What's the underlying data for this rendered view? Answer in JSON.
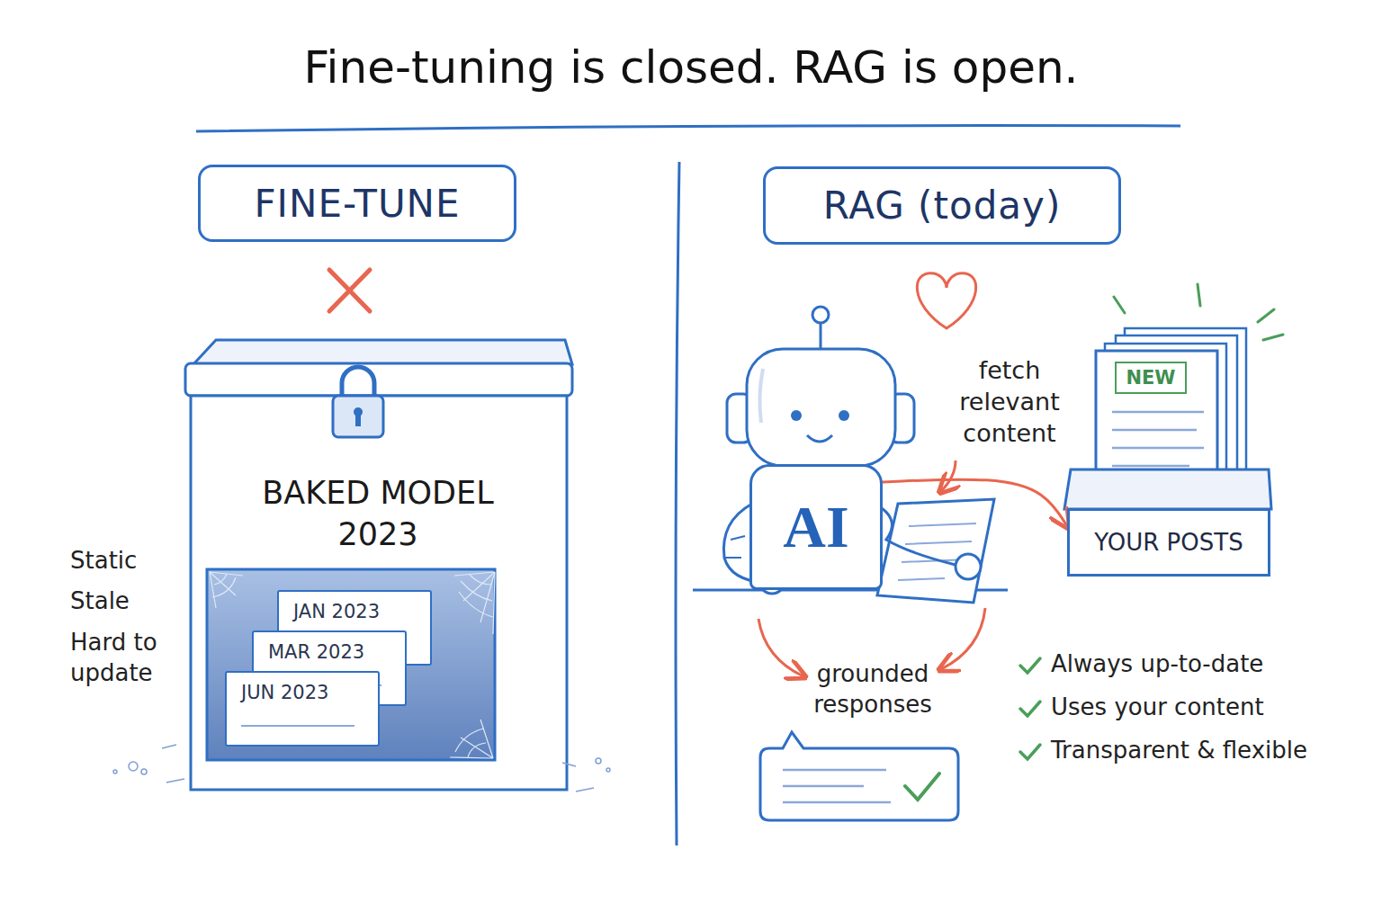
{
  "diagram": {
    "title": "Fine-tuning is closed. RAG is open.",
    "nodes": [
      {
        "text": [
          "FINE-TUNE"
        ]
      },
      {
        "text": [
          "BAKED MODEL 2023"
        ]
      },
      {
        "text": [
          "JAN 2023"
        ],
        "in": 1
      },
      {
        "text": [
          "MAR 2023"
        ],
        "in": 1
      },
      {
        "text": [
          "JUN 2023"
        ],
        "in": 1
      },
      {
        "text": [
          "RAG (today)"
        ]
      },
      {
        "text": [
          "AI"
        ]
      },
      {
        "text": [
          "NEW"
        ]
      },
      {
        "text": [
          "YOUR POSTS"
        ]
      }
    ],
    "edges": [
      {
        "from": 6,
        "to": 8,
        "arrow": "to"
      }
    ],
    "labels": [
      "Static",
      "Stale",
      "Hard to update",
      "fetch relevant content",
      "grounded responses",
      "Always up-to-date",
      "Uses your content",
      "Transparent & flexible"
    ]
  }
}
